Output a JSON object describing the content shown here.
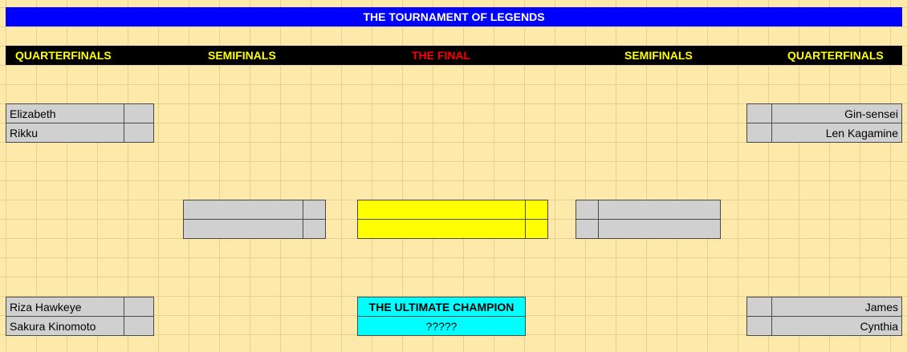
{
  "title": "THE TOURNAMENT OF LEGENDS",
  "rounds": {
    "left_quarter": "QUARTERFINALS",
    "left_semi": "SEMIFINALS",
    "final": "THE FINAL",
    "right_semi": "SEMIFINALS",
    "right_quarter": "QUARTERFINALS"
  },
  "left_quarterfinals": {
    "top": [
      "Elizabeth",
      "Rikku"
    ],
    "bottom": [
      "Riza Hawkeye",
      "Sakura Kinomoto"
    ]
  },
  "right_quarterfinals": {
    "top": [
      "Gin-sensei",
      "Len Kagamine"
    ],
    "bottom": [
      "James",
      "Cynthia"
    ]
  },
  "champion": {
    "label": "THE ULTIMATE CHAMPION",
    "value": "?????"
  },
  "colors": {
    "sheet_background": "#fde9a9",
    "title_background": "#0000ff",
    "round_header_background": "#000000",
    "round_header_text": "#ffff00",
    "final_header_text": "#ff0000",
    "player_cell": "#d0d0d0",
    "final_cell": "#ffff00",
    "champion_cell": "#00ffff"
  }
}
